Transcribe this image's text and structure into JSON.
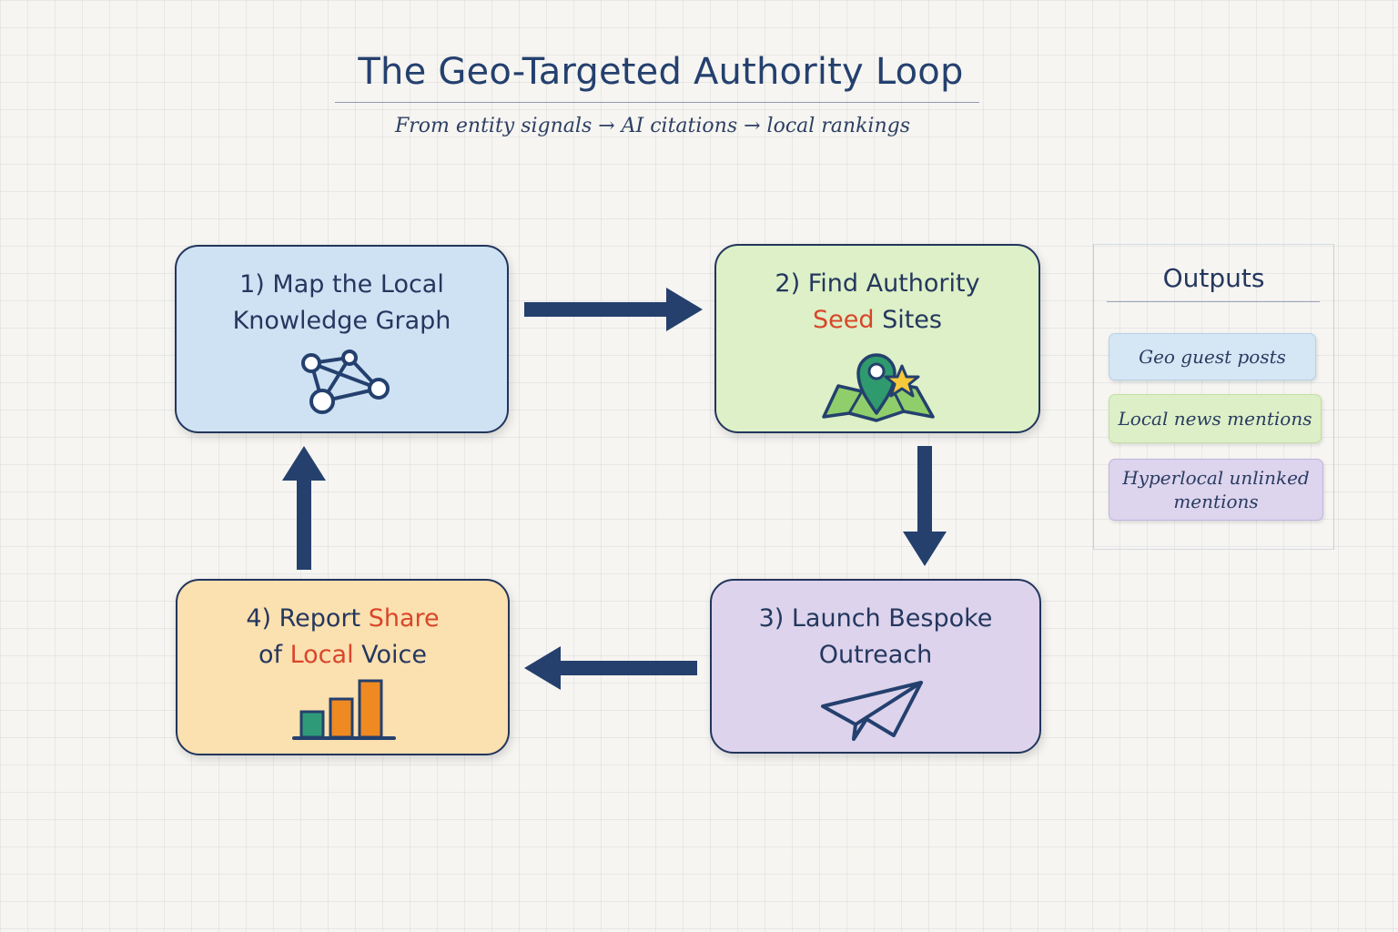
{
  "title": "The Geo-Targeted Authority Loop",
  "subtitle": "From entity signals → AI citations → local rankings",
  "steps": [
    {
      "line1": "1) Map the Local",
      "line2": "Knowledge Graph",
      "icon": "network-graph-icon",
      "color": "#cfe2f4"
    },
    {
      "line1": "2) Find Authority",
      "line2_highlight": "Seed",
      "line2_rest": " Sites",
      "icon": "map-pin-star-icon",
      "color": "#ddf0c7"
    },
    {
      "line1": "3) Launch Bespoke",
      "line2": "Outreach",
      "icon": "paper-plane-icon",
      "color": "#ddd3ec"
    },
    {
      "line1_a": "4) Report ",
      "line1_highlight": "Share",
      "line2_a": "of ",
      "line2_highlight": "Local",
      "line2_rest": " Voice",
      "icon": "bar-chart-icon",
      "color": "#fbe0b0"
    }
  ],
  "outputs": {
    "title": "Outputs",
    "items": [
      "Geo guest posts",
      "Local news mentions",
      "Hyperlocal unlinked mentions"
    ]
  },
  "colors": {
    "navy": "#22355c",
    "highlight": "#d8462a",
    "bar_teal": "#2e9a78",
    "bar_orange": "#ef8a22"
  }
}
